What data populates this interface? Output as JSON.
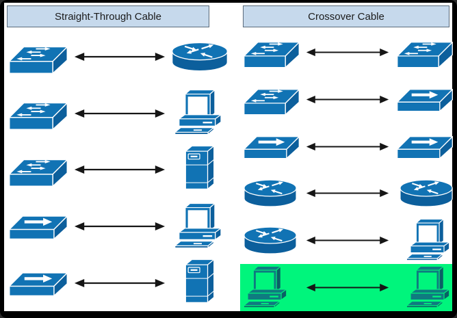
{
  "panels": [
    {
      "title": "Straight-Through Cable",
      "rows": [
        {
          "left": "switch",
          "right": "router",
          "highlight": false
        },
        {
          "left": "switch",
          "right": "pc",
          "highlight": false
        },
        {
          "left": "switch",
          "right": "server",
          "highlight": false
        },
        {
          "left": "hub",
          "right": "pc",
          "highlight": false
        },
        {
          "left": "hub",
          "right": "server",
          "highlight": false
        }
      ]
    },
    {
      "title": "Crossover Cable",
      "rows": [
        {
          "left": "switch",
          "right": "switch",
          "highlight": false
        },
        {
          "left": "switch",
          "right": "hub",
          "highlight": false
        },
        {
          "left": "hub",
          "right": "hub",
          "highlight": false
        },
        {
          "left": "router",
          "right": "router",
          "highlight": false
        },
        {
          "left": "router",
          "right": "pc",
          "highlight": false
        },
        {
          "left": "pc",
          "right": "pc",
          "highlight": true
        }
      ]
    }
  ],
  "icons": {
    "switch": "workgroup-switch-icon",
    "hub": "hub-icon",
    "router": "router-icon",
    "pc": "pc-icon",
    "server": "server-icon",
    "connection": "double-arrow-icon"
  },
  "colors": {
    "device_blue": "#1173B4",
    "device_blue_dark": "#0C5F9C",
    "icon_detail_white": "#FFFFFF",
    "header_bg": "#C6D9EC",
    "header_border": "#5A6A7A",
    "header_text": "#1B1B1B",
    "highlight_green": "#00F57C",
    "highlight_teal": "#0F7B80",
    "highlight_teal_dark": "#0A6065",
    "arrow_black": "#161616",
    "frame_black": "#000000",
    "content_bg": "#FFFFFF"
  }
}
